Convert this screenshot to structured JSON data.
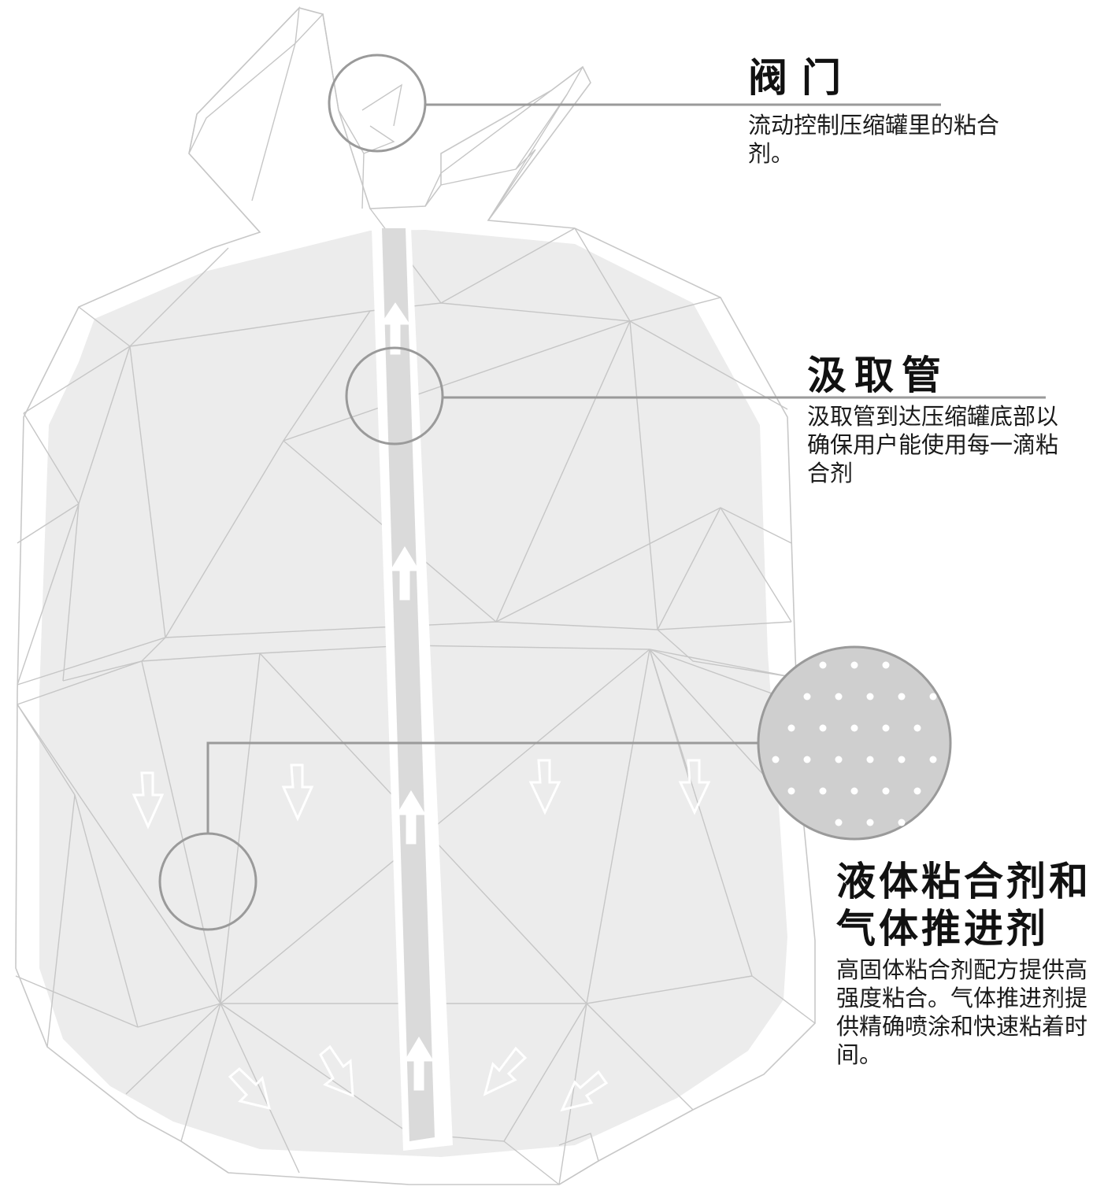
{
  "callouts": {
    "valve": {
      "title": "阀门",
      "description": "流动控制压缩罐里的粘合剂。"
    },
    "dip_tube": {
      "title": "汲取管",
      "description": "汲取管到达压缩罐底部以确保用户能使用每一滴粘合剂"
    },
    "adhesive": {
      "title_line1": "液体粘合剂和",
      "title_line2": "气体推进剂",
      "description": "高固体粘合剂配方提供高强度粘合。气体推进剂提供精确喷涂和快速粘着时间。"
    }
  },
  "colors": {
    "outline": "#c8c8c8",
    "fill": "#ececec",
    "tube": "#dcdcdc",
    "callout_line": "#9a9a9a",
    "dot_circle": "#cfcfcf"
  }
}
